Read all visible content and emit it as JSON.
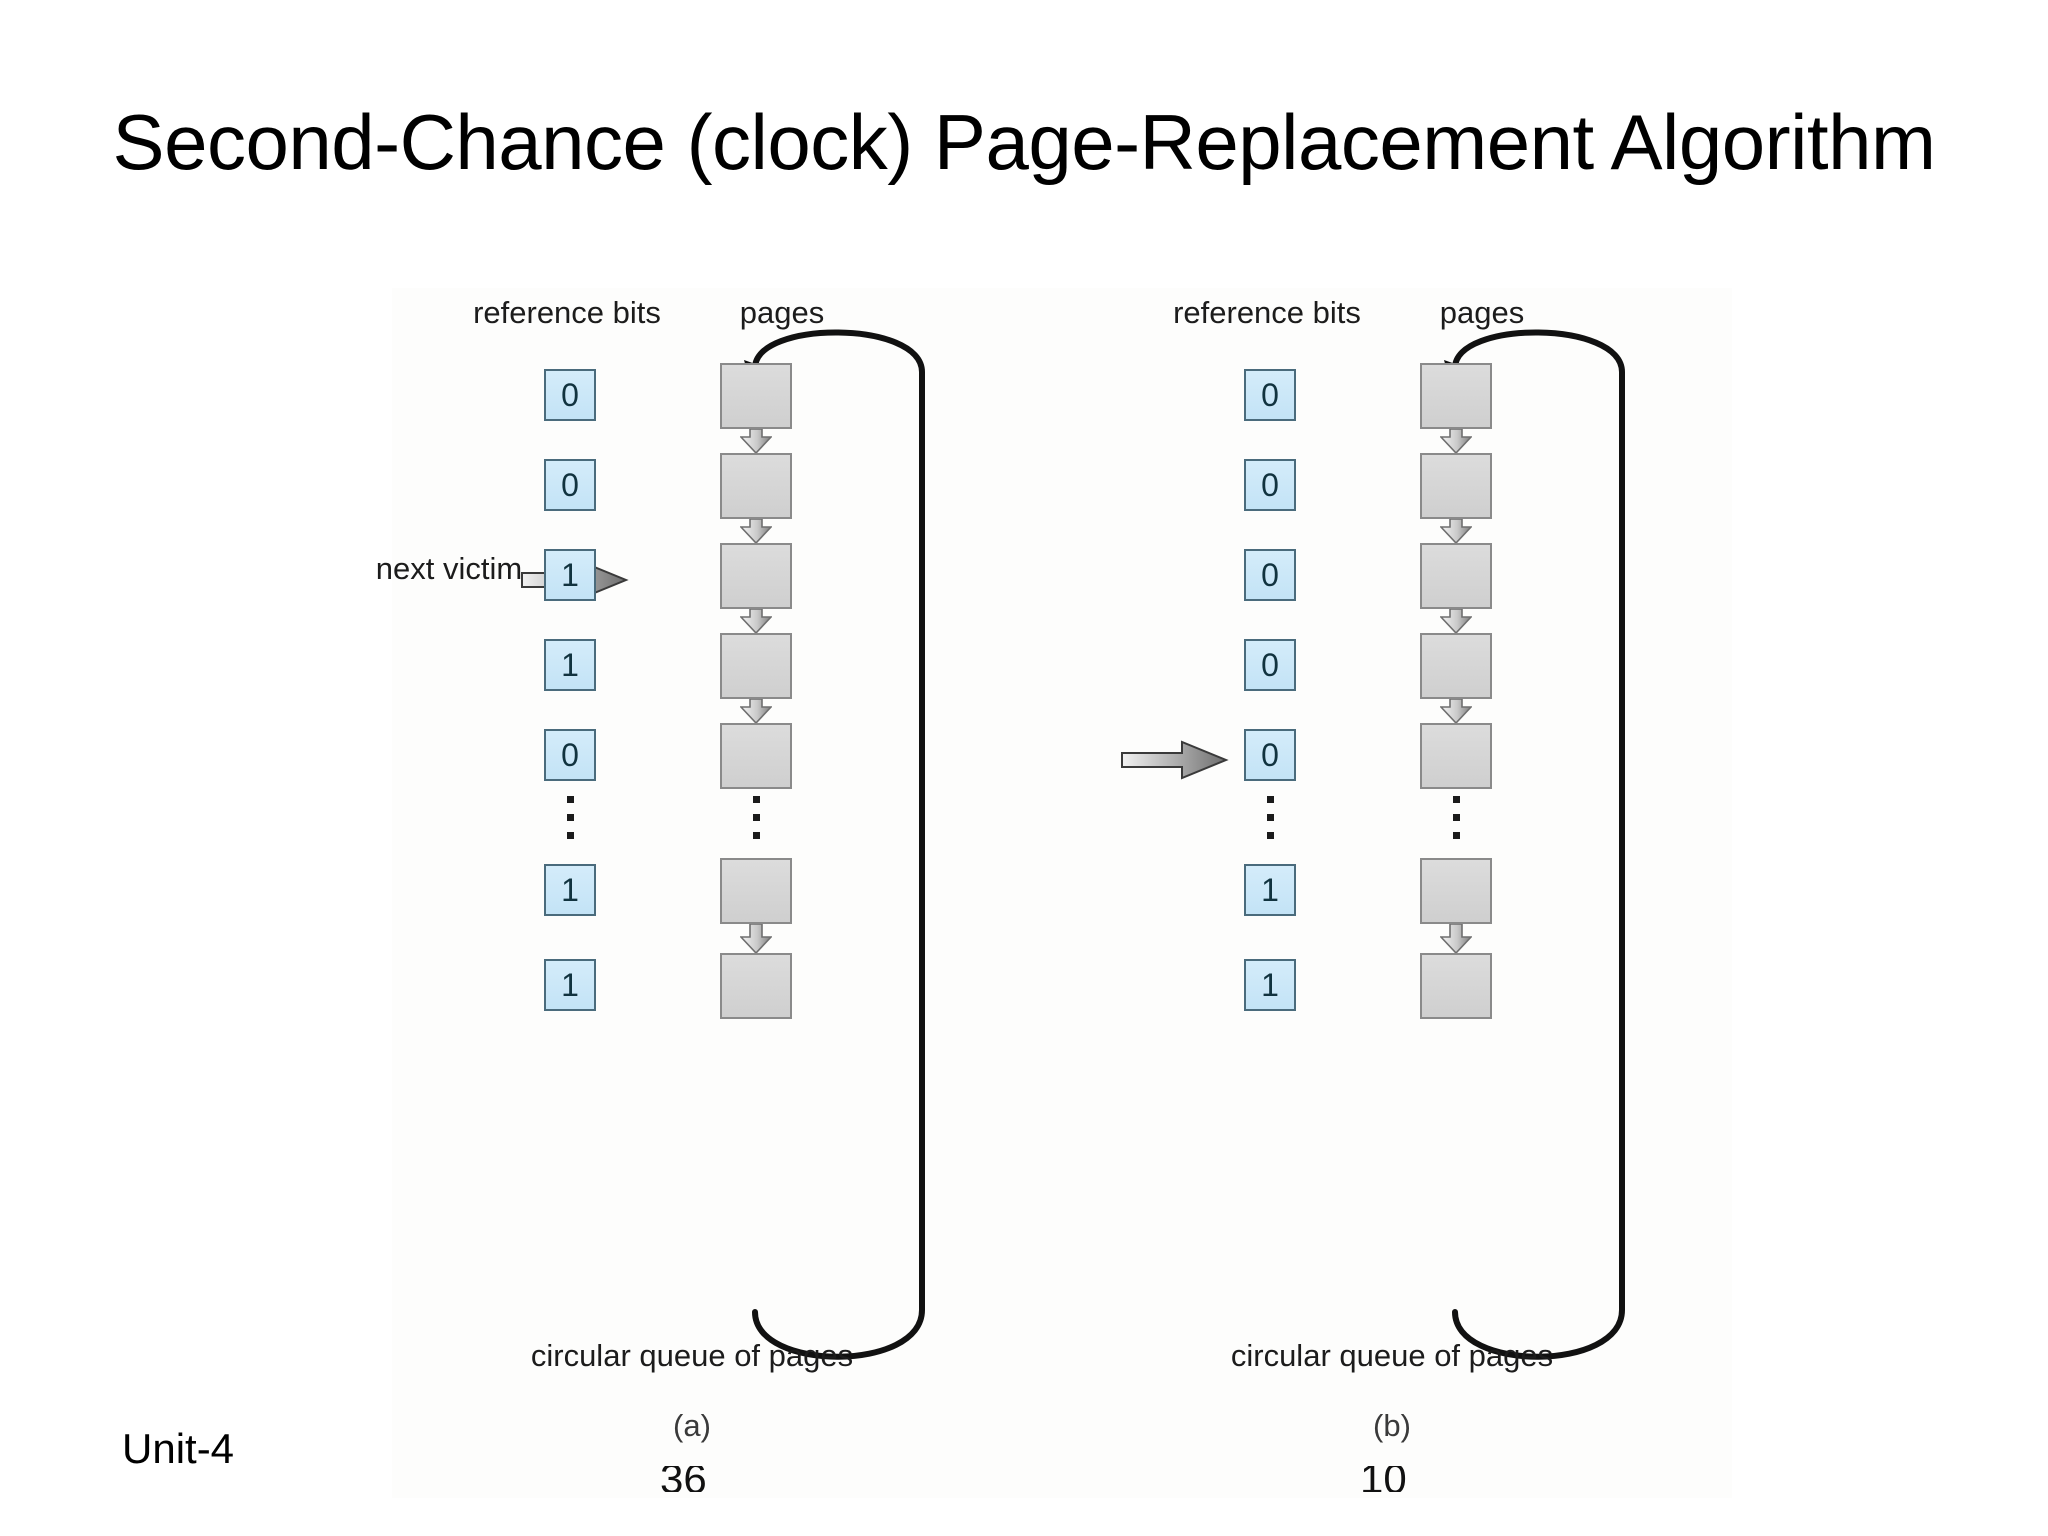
{
  "slide": {
    "title": "Second-Chance (clock) Page-Replacement Algorithm",
    "unit_label": "Unit-4",
    "background_color": "#ffffff",
    "title_color": "#000000"
  },
  "figure": {
    "panel_color": "#fdfdfc",
    "refbit_fill": "#cfe8f7",
    "refbit_border": "#4a6b7c",
    "pagebox_fill": "#d4d4d4",
    "pagebox_border": "#8a8a8a",
    "loop_color": "#111111",
    "diagrams": [
      {
        "id": "a",
        "caption_letter": "(a)",
        "caption_queue": "circular queue of pages",
        "header_reference_bits": "reference bits",
        "header_pages": "pages",
        "pointer_label": "next victim",
        "pointer_target_index": 2,
        "reference_bits": [
          "0",
          "0",
          "1",
          "1",
          "0",
          "1",
          "1"
        ],
        "ellipsis_after_index": 4,
        "page_count": 7,
        "clipped_number": "36"
      },
      {
        "id": "b",
        "caption_letter": "(b)",
        "caption_queue": "circular queue of pages",
        "header_reference_bits": "reference bits",
        "header_pages": "pages",
        "pointer_label": "",
        "pointer_target_index": 4,
        "reference_bits": [
          "0",
          "0",
          "0",
          "0",
          "0",
          "1",
          "1"
        ],
        "ellipsis_after_index": 4,
        "page_count": 7,
        "clipped_number": "10"
      }
    ]
  }
}
